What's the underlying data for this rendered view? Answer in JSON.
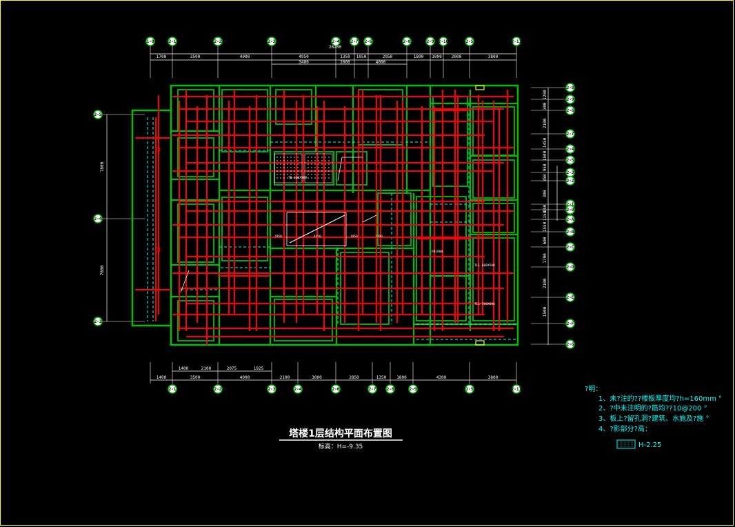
{
  "drawing": {
    "title": "塔楼1层结构平面布置图",
    "subtitle": "标高：H=-9.35",
    "overall_dim": "26200"
  },
  "top_axes": [
    "1-0",
    "2-1",
    "2-2",
    "2-3",
    "2-4",
    "2-7",
    "2-6",
    "2-8",
    "2-9",
    "2-10",
    "2-5",
    "2-11"
  ],
  "top_dims_row1": [
    "1700",
    "3500",
    "4000",
    "4950",
    "1350",
    "1050",
    "2950",
    "1800",
    "1000",
    "2000",
    "3800"
  ],
  "top_dims_row2": [
    "3400",
    "2000",
    "4000"
  ],
  "bottom_axes": [
    "2-1",
    "2-2",
    "2-3",
    "2-4",
    "2-6",
    "2-7",
    "2-8",
    "2-9",
    "2-5",
    "2-11"
  ],
  "bottom_dims_row1": [
    "1400",
    "2100",
    "2075",
    "1925"
  ],
  "bottom_dims_row2": [
    "1400",
    "3500",
    "4000",
    "2100",
    "3000",
    "2850",
    "1350",
    "1800",
    "4300",
    "3800"
  ],
  "left_axes": [
    "2-5",
    "2-4",
    "2-3"
  ],
  "left_dims": [
    "7800",
    "7800"
  ],
  "right_axes": [
    "2-8",
    "2-9",
    "2-6",
    "2-7",
    "2-4",
    "2-5",
    "2-3",
    "2-2",
    "2-1",
    "2-0",
    "2-A",
    "2-B",
    "2-C",
    "2-D",
    "2-E"
  ],
  "right_dims": [
    "1200",
    "300",
    "2100",
    "1450",
    "1500",
    "950",
    "350",
    "300",
    "250",
    "1150",
    "1550",
    "600",
    "1700",
    "2100",
    "1500"
  ],
  "slab_tags": [
    "TB-600X900",
    "PB1800",
    "TL1-600X500",
    "TL1-500X600"
  ],
  "room_tags": [
    "7950",
    "4450",
    "1950",
    "1200"
  ],
  "notes": {
    "heading": "?明：",
    "items": [
      "1、未?注的??楼板厚度均?h=160mm °",
      "2、?中未注明的?筋均??10@200 °",
      "3、板上?留孔洞?建筑、水施及?施 °",
      "4、?影部分?高："
    ],
    "legend_value": "H-2.25"
  },
  "colors": {
    "frame": "#ffff00",
    "beam": "#00c000",
    "rebar": "#ff0000",
    "dashed": "#00ffff",
    "text": "#ffffff",
    "notes": "#00ffff"
  }
}
